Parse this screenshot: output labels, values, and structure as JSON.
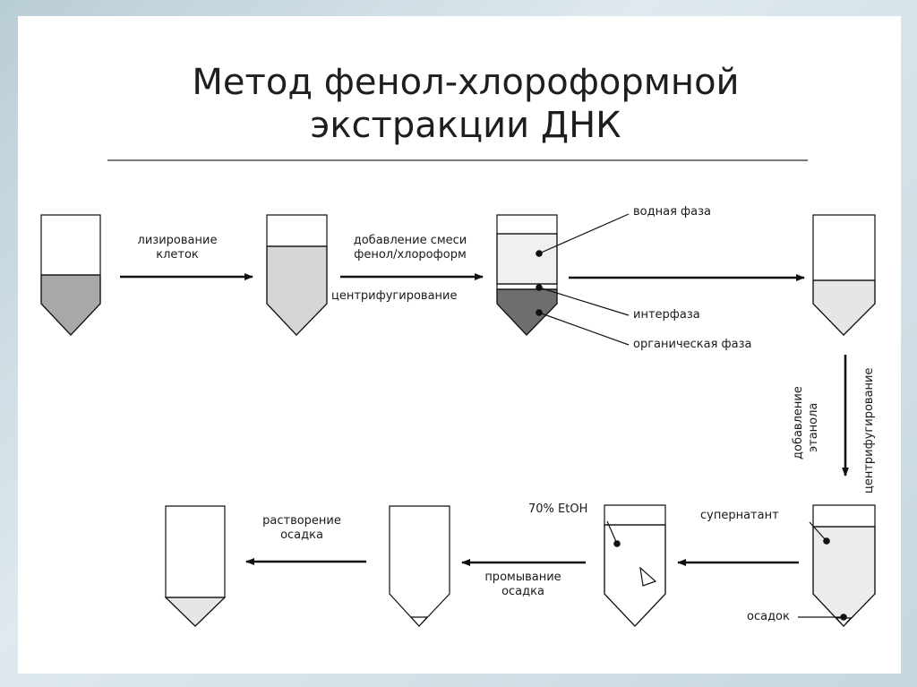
{
  "title": {
    "line1": "Метод фенол-хлороформной",
    "line2": "экстракции ДНК"
  },
  "steps": {
    "lysis_line1": "лизирование",
    "lysis_line2": "клеток",
    "add_mix_line1": "добавление смеси",
    "add_mix_line2": "фенол/хлороформ",
    "centrifuge": "центрифугирование",
    "add_ethanol_line1": "добавление",
    "add_ethanol_line2": "этанола",
    "centrifuge_vertical": "центрифугирование",
    "wash_line1": "промывание",
    "wash_line2": "осадка",
    "dissolve_line1": "растворение",
    "dissolve_line2": "осадка"
  },
  "phases": {
    "aqueous": "водная фаза",
    "interphase": "интерфаза",
    "organic": "органическая фаза",
    "supernatant": "супернатант",
    "pellet": "осадок",
    "etoh": "70% EtOH"
  },
  "colors": {
    "cell_lysate": "#a8a8a8",
    "mix": "#d6d6d6",
    "aqueous": "#f0f0f0",
    "organic": "#6e6e6e",
    "supernatant": "#ececec",
    "light_fill": "#e6e6e6"
  }
}
